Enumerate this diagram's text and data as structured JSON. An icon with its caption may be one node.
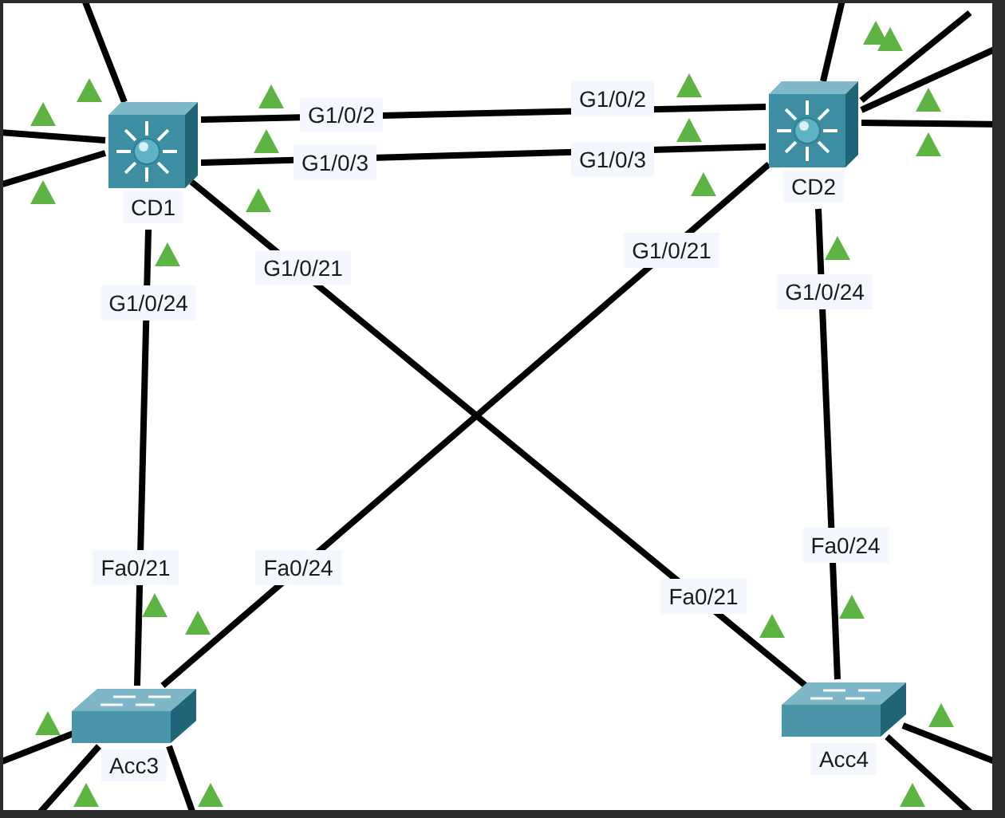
{
  "diagram": {
    "nodes": [
      {
        "text": [
          "CD1"
        ]
      },
      {
        "text": [
          "CD2"
        ]
      },
      {
        "text": [
          "Acc3"
        ]
      },
      {
        "text": [
          "Acc4"
        ]
      }
    ],
    "edges": [
      {
        "from": 0,
        "to": 1,
        "arrow": "none"
      },
      {
        "from": 0,
        "to": 1,
        "arrow": "none"
      },
      {
        "from": 0,
        "to": 3,
        "arrow": "none"
      },
      {
        "from": 1,
        "to": 2,
        "arrow": "none"
      },
      {
        "from": 0,
        "to": 2,
        "arrow": "none"
      },
      {
        "from": 1,
        "to": 3,
        "arrow": "none"
      },
      {
        "from": 0,
        "to": null,
        "arrow": "none"
      },
      {
        "from": 0,
        "to": null,
        "arrow": "none"
      },
      {
        "from": 0,
        "to": null,
        "arrow": "none"
      },
      {
        "from": 1,
        "to": null,
        "arrow": "none"
      },
      {
        "from": 1,
        "to": null,
        "arrow": "none"
      },
      {
        "from": 1,
        "to": null,
        "arrow": "none"
      },
      {
        "from": 1,
        "to": null,
        "arrow": "none"
      },
      {
        "from": 2,
        "to": null,
        "arrow": "none"
      },
      {
        "from": 2,
        "to": null,
        "arrow": "none"
      },
      {
        "from": 2,
        "to": null,
        "arrow": "none"
      },
      {
        "from": 3,
        "to": null,
        "arrow": "none"
      },
      {
        "from": 3,
        "to": null,
        "arrow": "none"
      }
    ],
    "labels": [
      "G1/0/2",
      "G1/0/2",
      "G1/0/3",
      "G1/0/3",
      "G1/0/21",
      "G1/0/21",
      "G1/0/24",
      "G1/0/24",
      "Fa0/24",
      "Fa0/21",
      "Fa0/24",
      "Fa0/21"
    ]
  }
}
